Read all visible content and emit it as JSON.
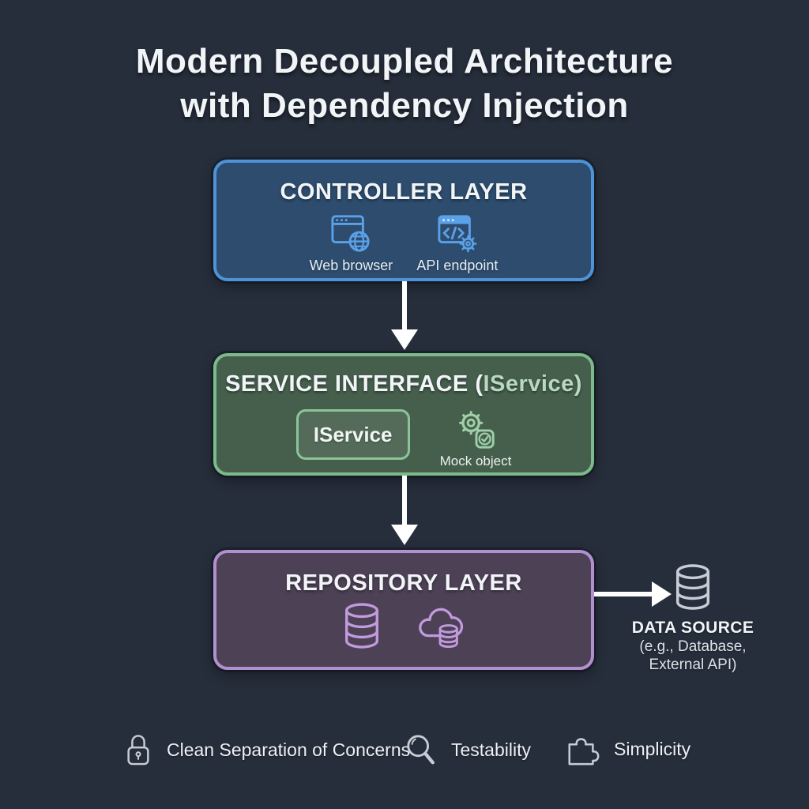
{
  "title": {
    "line1": "Modern Decoupled Architecture",
    "line2": "with Dependency Injection"
  },
  "controller_layer": {
    "title": "CONTROLLER LAYER",
    "items": [
      {
        "icon": "web-browser-icon",
        "label": "Web browser"
      },
      {
        "icon": "api-endpoint-icon",
        "label": "API endpoint"
      }
    ]
  },
  "service_layer": {
    "title_prefix": "SERVICE INTERFACE (",
    "title_accent": "IService",
    "title_suffix": ")",
    "interface_box_label": "IService",
    "mock_item": {
      "icon": "gear-check-icon",
      "label": "Mock object"
    }
  },
  "repository_layer": {
    "title": "REPOSITORY LAYER",
    "icons": [
      "database-icon",
      "cloud-database-icon"
    ]
  },
  "data_source": {
    "icon": "database-icon",
    "title": "DATA SOURCE",
    "subtitle_line1": "(e.g., Database,",
    "subtitle_line2": "External API)"
  },
  "footer": {
    "items": [
      {
        "icon": "lock-icon",
        "label": "Clean Separation of Concerns"
      },
      {
        "icon": "magnifier-icon",
        "label": "Testability"
      },
      {
        "icon": "puzzle-icon",
        "label": "Simplicity"
      }
    ]
  },
  "colors": {
    "background": "#262e3b",
    "controller_border": "#4e92d8",
    "controller_fill": "#2d4c6e",
    "controller_icon": "#5ba1e8",
    "service_border": "#7cba8a",
    "service_fill": "#465f4d",
    "service_icon": "#9ecfa8",
    "service_accent_text": "#b7d8c1",
    "repository_border": "#b290d0",
    "repository_fill": "#4d4156",
    "repository_icon": "#c29ade",
    "arrow": "#ffffff",
    "neutral_icon": "#c6cdd6",
    "text_primary": "#f2f5f8"
  }
}
